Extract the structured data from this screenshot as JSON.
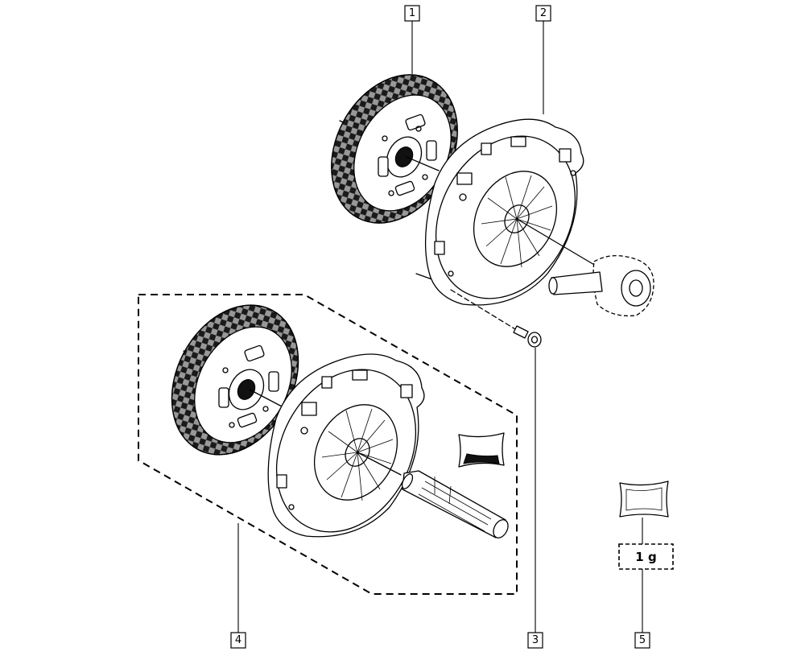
{
  "callouts": {
    "c1": "1",
    "c2": "2",
    "c3": "3",
    "c4": "4",
    "c5": "5"
  },
  "grease_quantity": "1 g"
}
